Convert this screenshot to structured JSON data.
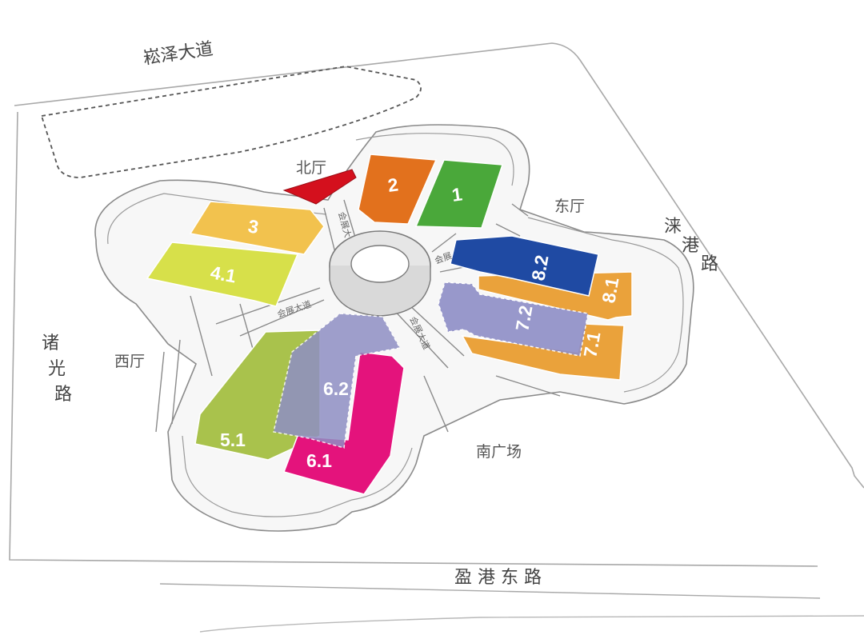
{
  "roads": {
    "north": "崧泽大道",
    "east": [
      "涞",
      "港",
      "路"
    ],
    "west": [
      "诸",
      "光",
      "路"
    ],
    "south": "盈 港 东 路",
    "inner_north": "会展大",
    "inner_east": "会展",
    "inner_west": "会展大道",
    "inner_south": "会展大道"
  },
  "areas": {
    "north_hall": "北厅",
    "east_hall": "东厅",
    "west_hall": "西厅",
    "south_plaza": "南广场"
  },
  "halls": [
    {
      "id": "1",
      "label": "1",
      "color": "#4aa83a"
    },
    {
      "id": "2",
      "label": "2",
      "color": "#e2711d"
    },
    {
      "id": "3",
      "label": "3",
      "color": "#f2c24e"
    },
    {
      "id": "4.1",
      "label": "4.1",
      "color": "#d7e04a"
    },
    {
      "id": "5.1",
      "label": "5.1",
      "color": "#a9c24c"
    },
    {
      "id": "6.1",
      "label": "6.1",
      "color": "#e4137c"
    },
    {
      "id": "6.2",
      "label": "6.2",
      "color": "#8f8fc4"
    },
    {
      "id": "7.1",
      "label": "7.1",
      "color": "#eaa23b"
    },
    {
      "id": "7.2",
      "label": "7.2",
      "color": "#9090c8"
    },
    {
      "id": "8.1",
      "label": "8.1",
      "color": "#eaa23b"
    },
    {
      "id": "8.2",
      "label": "8.2",
      "color": "#1f4aa3"
    }
  ],
  "colors": {
    "north_hall": "#d4101d",
    "outline": "#8a8a8a",
    "ring": "#e4e4e4"
  }
}
